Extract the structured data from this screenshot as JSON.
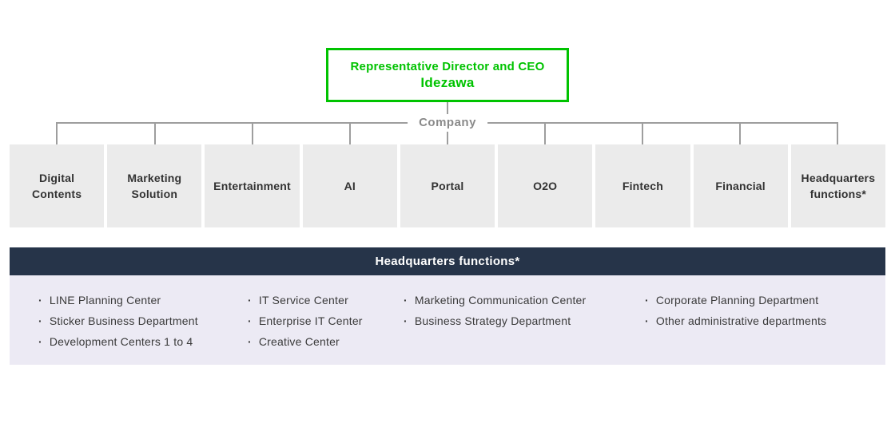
{
  "ceo_box": {
    "title": "Representative Director and CEO",
    "name": "Idezawa"
  },
  "company_label": "Company",
  "departments": [
    "Digital Contents",
    "Marketing Solution",
    "Entertainment",
    "AI",
    "Portal",
    "O2O",
    "Fintech",
    "Financial",
    "Headquarters functions*"
  ],
  "hq_section": {
    "title": "Headquarters functions*",
    "bullet_glyph": "·",
    "columns": [
      {
        "items": [
          "LINE Planning Center",
          "Sticker Business Department",
          "Development Centers 1 to 4"
        ]
      },
      {
        "items": [
          "IT Service Center",
          "Enterprise IT Center",
          "Creative Center"
        ]
      },
      {
        "items": [
          "Marketing Communication Center",
          "Business Strategy Department"
        ]
      },
      {
        "items": [
          "Corporate Planning Department",
          "Other administrative departments"
        ]
      }
    ]
  },
  "colors": {
    "accent_green": "#00c300",
    "navy": "#263449",
    "lavender": "#eceaf4",
    "box_gray": "#ebebeb",
    "line_gray": "#9e9e9e"
  }
}
